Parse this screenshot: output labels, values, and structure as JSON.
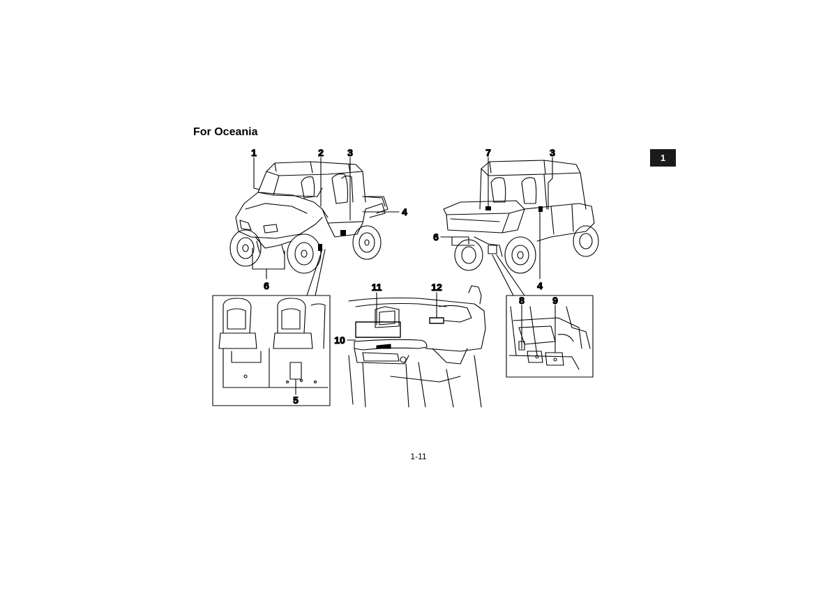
{
  "heading": "For Oceania",
  "section_tab": "1",
  "page_number": "1-11",
  "callouts": {
    "c1": "1",
    "c2": "2",
    "c3a": "3",
    "c4a": "4",
    "c6a": "6",
    "c5": "5",
    "c7": "7",
    "c3b": "3",
    "c6b": "6",
    "c4b": "4",
    "c11": "11",
    "c12": "12",
    "c10": "10",
    "c8": "8",
    "c9": "9"
  }
}
